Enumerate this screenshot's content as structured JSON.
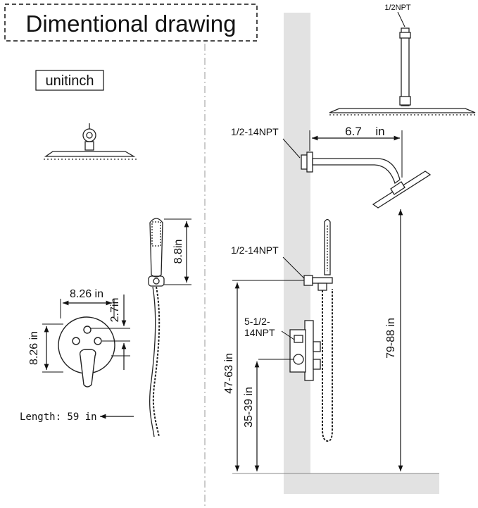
{
  "title": "Dimentional drawing",
  "unit_label": "unitinch",
  "colors": {
    "wall": "#e2e2e2",
    "line": "#111111",
    "background": "#ffffff"
  },
  "left_view": {
    "handshower_height": "8.8in",
    "valve_width": "8.26 in",
    "valve_height": "8.26 in",
    "valve_offset": "2.7in",
    "hose_length": "Length: 59 in"
  },
  "right_view": {
    "ceiling_thread": "1/2NPT",
    "arm_thread": "1/2-14NPT",
    "arm_length_value": "6.7",
    "arm_length_unit": "in",
    "outlet_thread": "1/2-14NPT",
    "valve_thread_line1": "5-1/2-",
    "valve_thread_line2": "14NPT",
    "outlet_height": "47-63 in",
    "valve_height": "35-39 in",
    "showerhead_height": "79-88 in"
  }
}
